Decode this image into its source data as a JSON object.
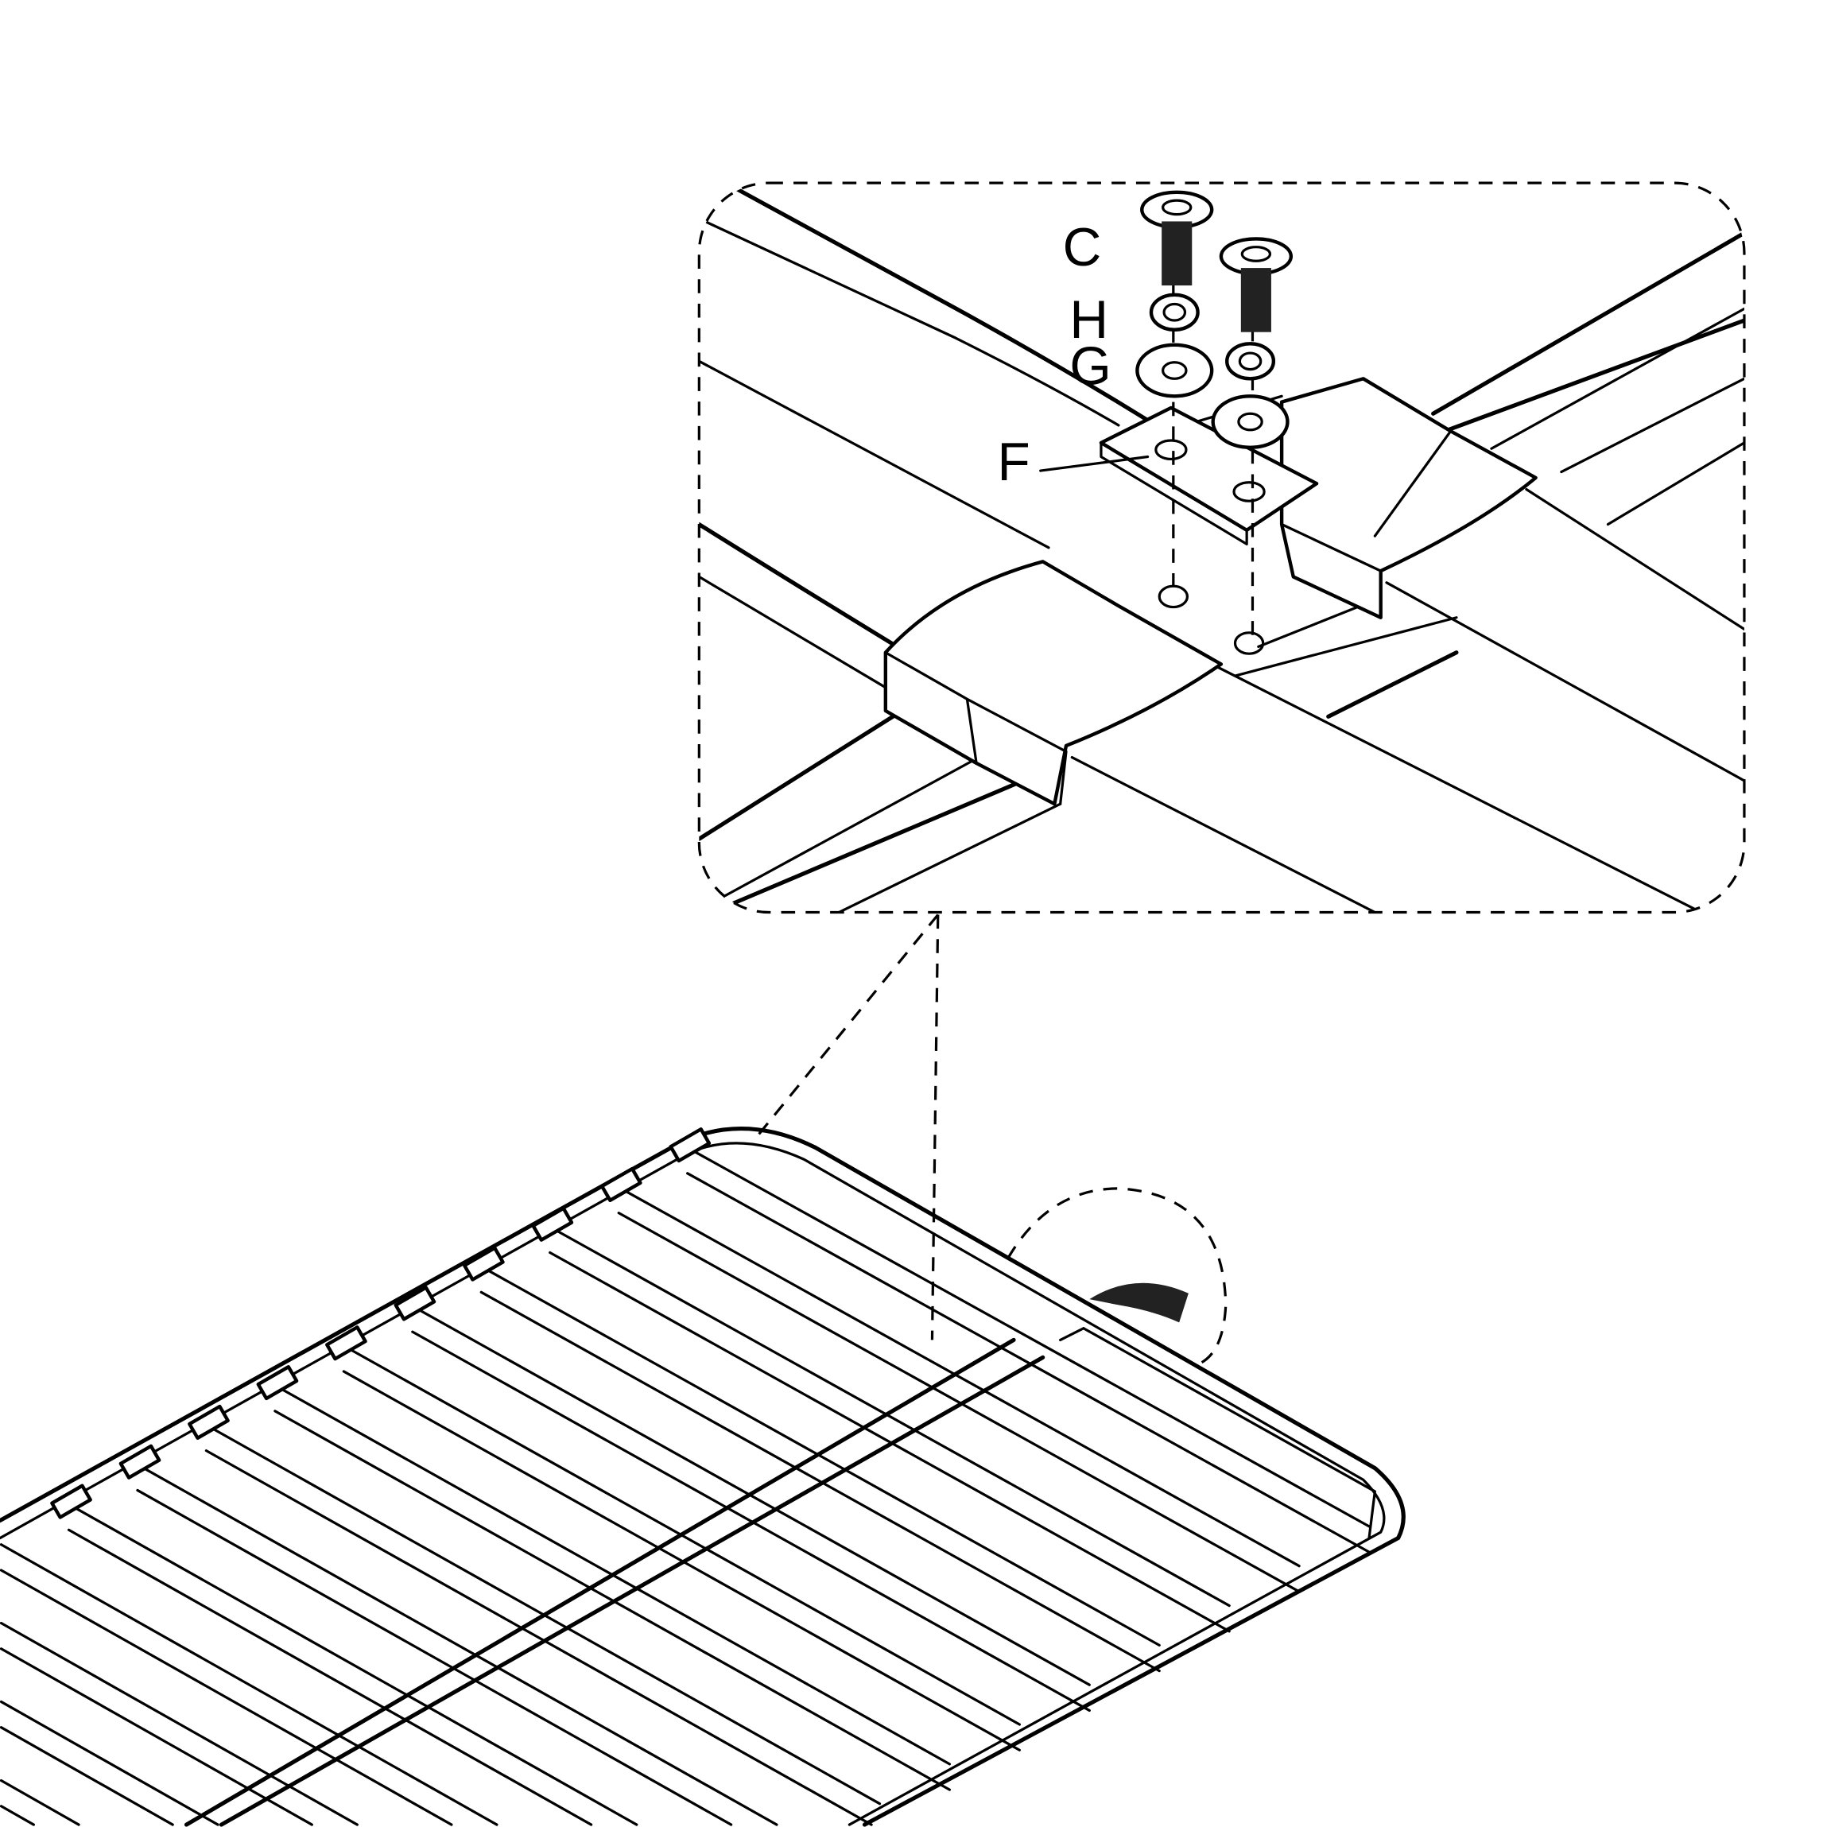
{
  "labels": {
    "C": "C",
    "H": "H",
    "G": "G",
    "F": "F"
  }
}
